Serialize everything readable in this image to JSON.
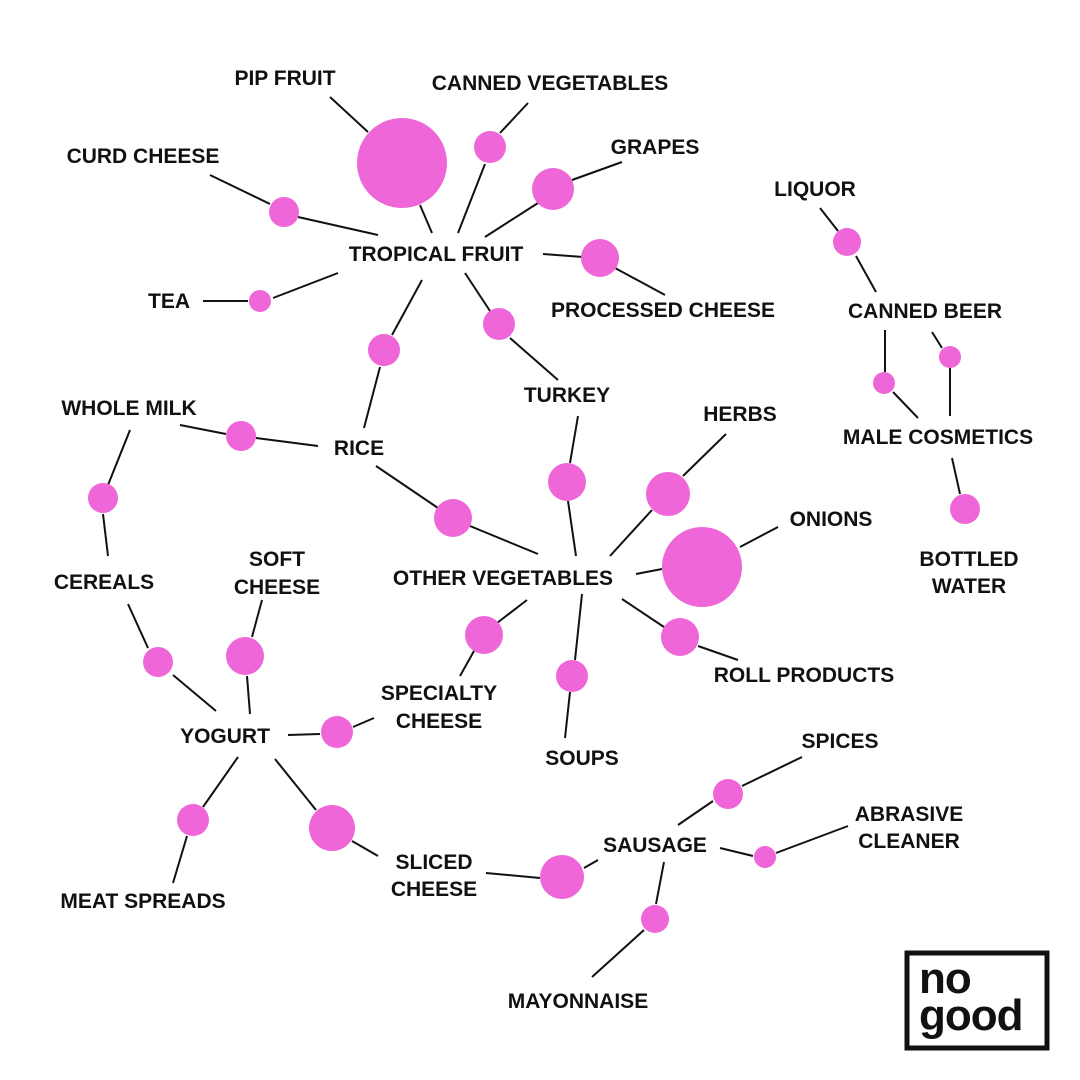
{
  "colors": {
    "node": "#ee66d8",
    "edge": "#111111",
    "text": "#111111",
    "background": "#ffffff"
  },
  "labels": {
    "pip_fruit": "PIP FRUIT",
    "canned_vegetables": "CANNED VEGETABLES",
    "curd_cheese": "CURD CHEESE",
    "grapes": "GRAPES",
    "tropical_fruit": "TROPICAL FRUIT",
    "tea": "TEA",
    "processed_cheese": "PROCESSED CHEESE",
    "liquor": "LIQUOR",
    "canned_beer": "CANNED BEER",
    "male_cosmetics": "MALE COSMETICS",
    "bottled_water_1": "BOTTLED",
    "bottled_water_2": "WATER",
    "turkey": "TURKEY",
    "whole_milk": "WHOLE MILK",
    "rice": "RICE",
    "herbs": "HERBS",
    "onions": "ONIONS",
    "other_vegetables": "OTHER VEGETABLES",
    "cereals": "CEREALS",
    "soft_cheese_1": "SOFT",
    "soft_cheese_2": "CHEESE",
    "specialty_cheese_1": "SPECIALTY",
    "specialty_cheese_2": "CHEESE",
    "roll_products": "ROLL PRODUCTS",
    "yogurt": "YOGURT",
    "soups": "SOUPS",
    "spices": "SPICES",
    "abrasive_cleaner_1": "ABRASIVE",
    "abrasive_cleaner_2": "CLEANER",
    "sliced_cheese_1": "SLICED",
    "sliced_cheese_2": "CHEESE",
    "sausage": "SAUSAGE",
    "meat_spreads": "MEAT SPREADS",
    "mayonnaise": "MAYONNAISE"
  },
  "logo": {
    "line1": "no",
    "line2": "good"
  }
}
